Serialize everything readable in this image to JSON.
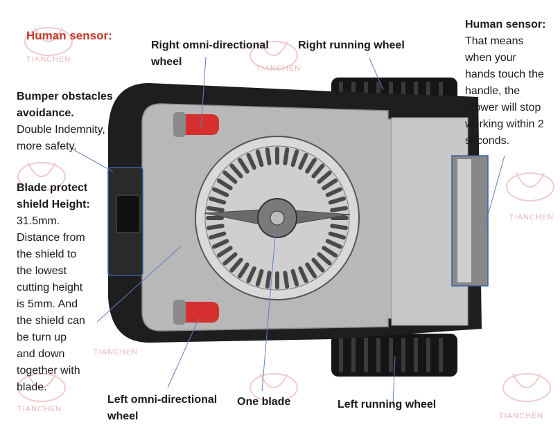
{
  "watermark": "TIANCHEN",
  "left_title": "Human sensor:",
  "bumper": {
    "title_lines": [
      "Bumper obstacles",
      "avoidance."
    ],
    "body_lines": [
      "Double Indemnity,",
      "more safety."
    ]
  },
  "shield": {
    "title_lines": [
      "Blade protect",
      "shield  Height:"
    ],
    "body_lines": [
      "31.5mm.",
      "Distance from",
      "the shield to",
      "the lowest",
      "cutting height",
      "is 5mm. And",
      "the shield can",
      "be turn up",
      "and down",
      "together with",
      "blade."
    ]
  },
  "right_sensor": {
    "title": "Human sensor:",
    "body_lines": [
      "That means",
      "when your",
      "hands touch the",
      "handle, the",
      "mower will stop",
      "working within 2",
      "seconds."
    ]
  },
  "top_labels": {
    "right_omni": [
      "Right omni-directional",
      "wheel"
    ],
    "right_running": "Right running wheel"
  },
  "bottom_labels": {
    "left_omni": [
      "Left omni-directional",
      "wheel"
    ],
    "one_blade": "One blade",
    "left_running": "Left running wheel"
  },
  "colors": {
    "accent_red": "#c0392b",
    "callout_blue": "#3b5ea8",
    "body_dark": "#1e1e1e",
    "deck_grey": "#b8b8b8"
  }
}
